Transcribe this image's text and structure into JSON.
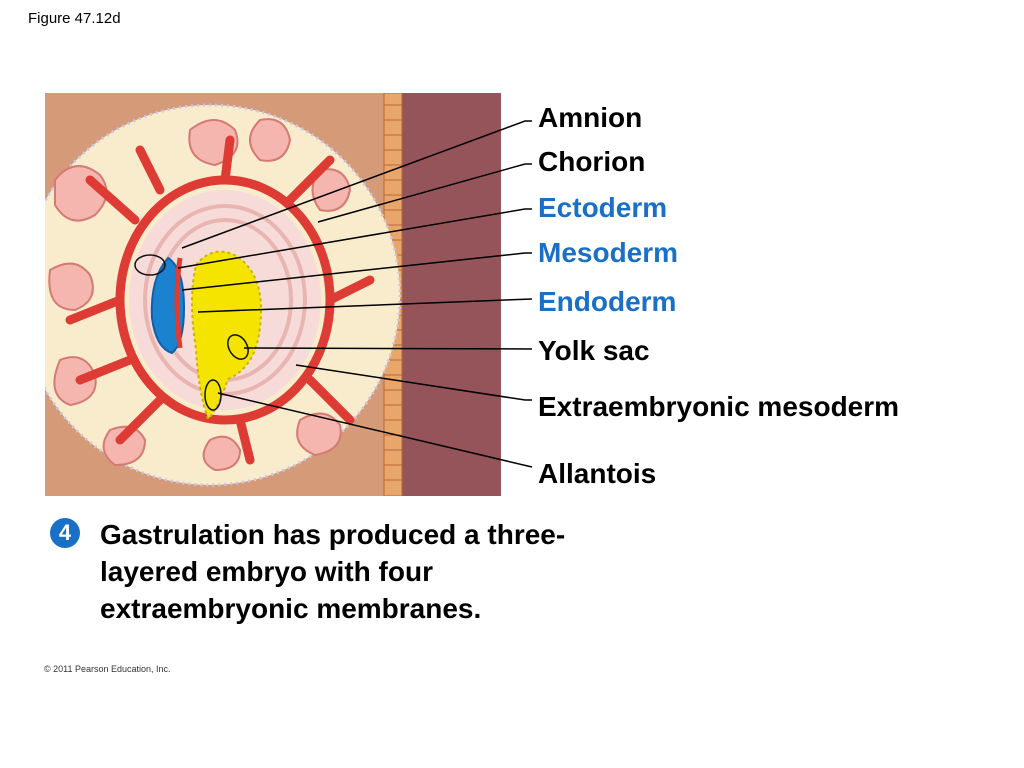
{
  "figure_number": "Figure 47.12d",
  "labels": {
    "amnion": "Amnion",
    "chorion": "Chorion",
    "ectoderm": "Ectoderm",
    "mesoderm": "Mesoderm",
    "endoderm": "Endoderm",
    "yolk_sac": "Yolk sac",
    "extraembryonic_mesoderm": "Extraembryonic mesoderm",
    "allantois": "Allantois"
  },
  "step": {
    "number": "4",
    "caption": "Gastrulation has produced a three-layered embryo with four extraembryonic membranes."
  },
  "copyright": "© 2011 Pearson Education, Inc.",
  "colors": {
    "ectoderm": "#1a82cf",
    "endoderm": "#f4e400",
    "mesoderm": "#dd3b34",
    "uterine_wall": "#955459",
    "label_accent": "#1a6fc6"
  }
}
